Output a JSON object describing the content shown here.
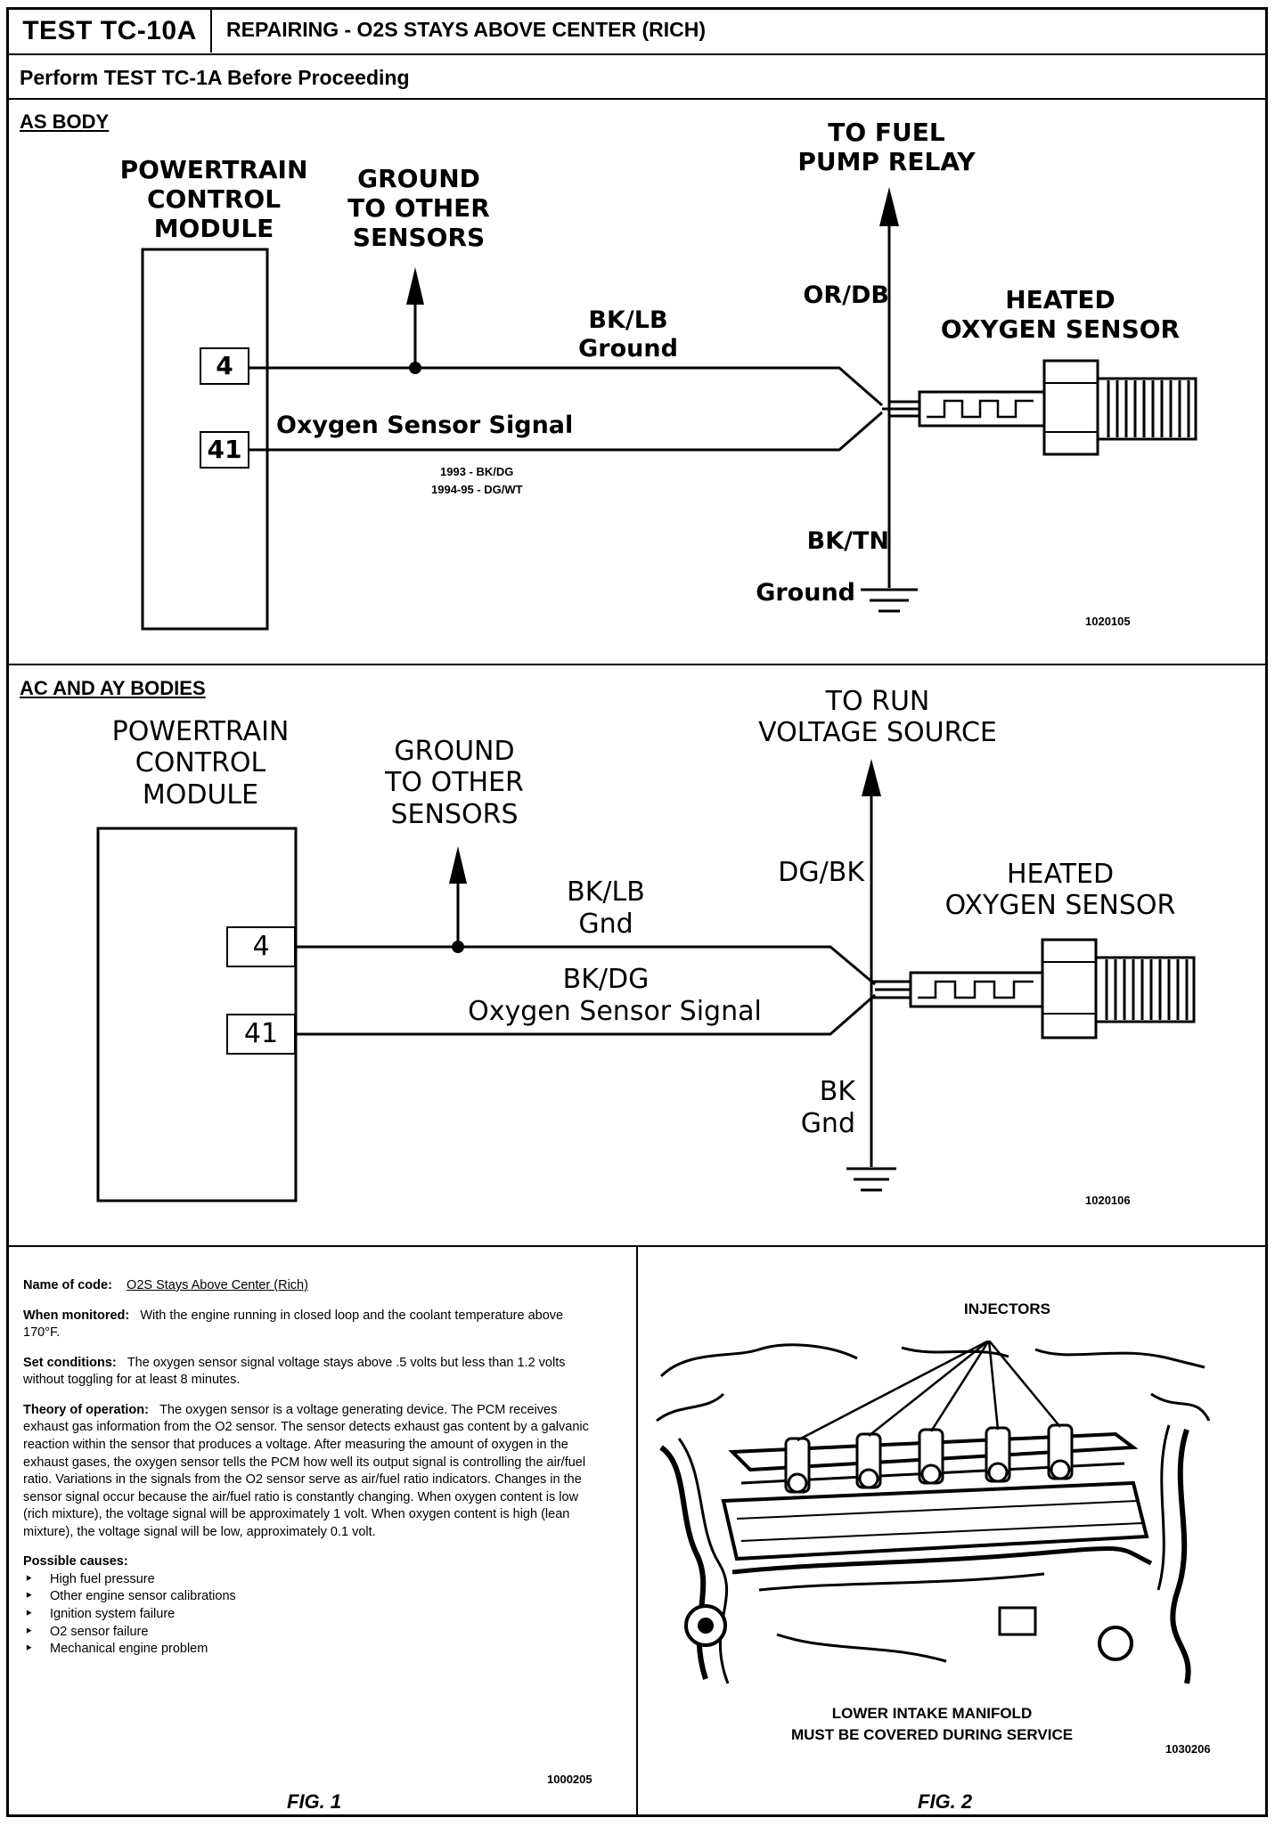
{
  "header": {
    "test_id": "TEST TC-10A",
    "title": "REPAIRING - O2S STAYS ABOVE CENTER (RICH)",
    "pre_note": "Perform TEST TC-1A Before Proceeding"
  },
  "diagram_as": {
    "section_label": "AS BODY",
    "pcm_label": "POWERTRAIN\nCONTROL\nMODULE",
    "ground_other_label": "GROUND\nTO OTHER\nSENSORS",
    "fuel_pump_label": "TO FUEL\nPUMP RELAY",
    "sensor_label": "HEATED\nOXYGEN SENSOR",
    "pin_4": "4",
    "pin_41": "41",
    "wire_ground_color": "BK/LB",
    "wire_ground_name": "Ground",
    "wire_signal_name": "Oxygen Sensor Signal",
    "wire_signal_color_1": "1993 - BK/DG",
    "wire_signal_color_2": "1994-95 - DG/WT",
    "wire_power_color": "OR/DB",
    "wire_sensor_ground_color": "BK/TN",
    "sensor_ground_name": "Ground",
    "ref_number": "1020105"
  },
  "diagram_ac": {
    "section_label": "AC AND AY BODIES",
    "pcm_label": "POWERTRAIN\nCONTROL\nMODULE",
    "ground_other_label": "GROUND\nTO OTHER\nSENSORS",
    "run_voltage_label": "TO RUN\nVOLTAGE SOURCE",
    "sensor_label": "HEATED\nOXYGEN SENSOR",
    "pin_4": "4",
    "pin_41": "41",
    "wire_ground_color": "BK/LB",
    "wire_ground_name": "Gnd",
    "wire_signal_color": "BK/DG",
    "wire_signal_name": "Oxygen Sensor Signal",
    "wire_power_color": "DG/BK",
    "wire_sensor_ground_color": "BK",
    "sensor_ground_name": "Gnd",
    "ref_number": "1020106"
  },
  "fig1": {
    "name_label": "Name of code:",
    "name_value": "O2S Stays Above Center (Rich)",
    "monitored_label": "When monitored:",
    "monitored_text": "With the engine running in closed loop and the coolant temperature above 170°F.",
    "set_label": "Set conditions:",
    "set_text": "The oxygen sensor signal voltage stays above .5 volts but less than 1.2 volts without toggling for at least 8 minutes.",
    "theory_label": "Theory of operation:",
    "theory_text": "The oxygen sensor is a voltage generating device. The PCM receives exhaust gas information from the O2 sensor. The sensor detects exhaust gas content by a galvanic reaction within the sensor that produces a voltage. After measuring the amount of oxygen in the exhaust gases, the oxygen sensor tells the PCM how well its output signal is controlling the air/fuel ratio. Variations in the signals from the O2 sensor serve as air/fuel ratio indicators. Changes in the sensor signal occur because the air/fuel ratio is constantly changing. When oxygen content is low (rich mixture), the voltage signal will be approximately 1 volt. When oxygen content is high (lean mixture), the voltage signal will be low, approximately 0.1 volt.",
    "causes_label": "Possible causes:",
    "causes": [
      "High fuel pressure",
      "Other engine sensor calibrations",
      "Ignition system failure",
      "O2 sensor failure",
      "Mechanical engine problem"
    ],
    "ref_number": "1000205",
    "fig_label": "FIG. 1"
  },
  "fig2": {
    "injectors_label": "INJECTORS",
    "caption_line1": "LOWER INTAKE MANIFOLD",
    "caption_line2": "MUST BE COVERED DURING SERVICE",
    "ref_number": "1030206",
    "fig_label": "FIG. 2"
  }
}
